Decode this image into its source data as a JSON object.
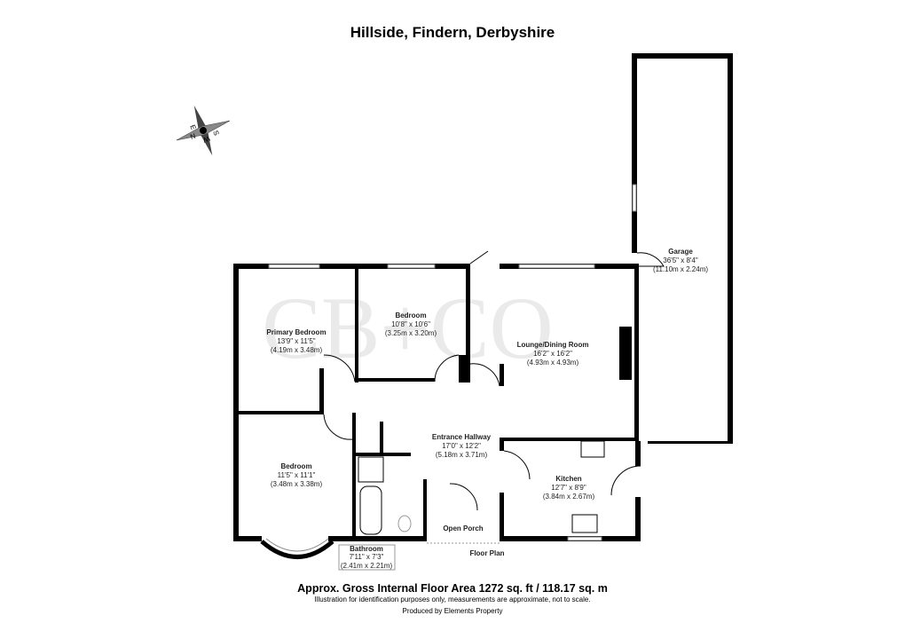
{
  "title": "Hillside, Findern, Derbyshire",
  "watermark": "CB+CO",
  "compass": {
    "n": "N",
    "e": "E",
    "s": "S",
    "w": "W"
  },
  "rooms": {
    "primary_bedroom": {
      "name": "Primary Bedroom",
      "imperial": "13'9\" x 11'5\"",
      "metric": "(4.19m x 3.48m)"
    },
    "bedroom2": {
      "name": "Bedroom",
      "imperial": "10'8\" x 10'6\"",
      "metric": "(3.25m x 3.20m)"
    },
    "lounge": {
      "name": "Lounge/Dining Room",
      "imperial": "16'2\" x 16'2\"",
      "metric": "(4.93m x 4.93m)"
    },
    "garage": {
      "name": "Garage",
      "imperial": "36'5\" x 8'4\"",
      "metric": "(11.10m x 2.24m)"
    },
    "hallway": {
      "name": "Entrance Hallway",
      "imperial": "17'0\" x 12'2\"",
      "metric": "(5.18m x 3.71m)"
    },
    "bedroom3": {
      "name": "Bedroom",
      "imperial": "11'5\" x 11'1\"",
      "metric": "(3.48m x 3.38m)"
    },
    "kitchen": {
      "name": "Kitchen",
      "imperial": "12'7\" x 8'9\"",
      "metric": "(3.84m x 2.67m)"
    },
    "porch": {
      "name": "Open Porch"
    },
    "bathroom": {
      "name": "Bathroom",
      "imperial": "7'11\" x 7'3\"",
      "metric": "(2.41m x 2.21m)"
    }
  },
  "floor_label": "Floor Plan",
  "footer": {
    "area": "Approx. Gross Internal Floor Area 1272 sq. ft / 118.17 sq. m",
    "disclaimer": "Illustration for identification purposes only, measurements are approximate, not to scale.",
    "producer": "Produced by Elements Property"
  }
}
